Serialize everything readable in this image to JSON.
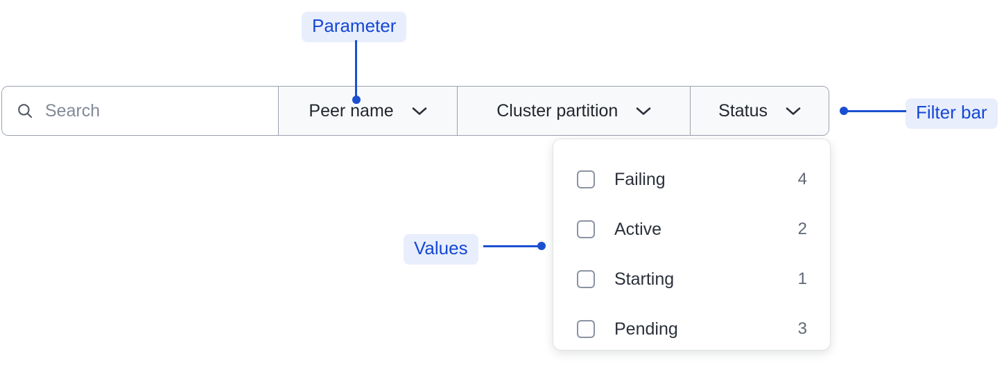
{
  "filter_bar": {
    "search": {
      "icon": "search-icon",
      "placeholder": "Search",
      "value": ""
    },
    "dropdowns": [
      {
        "label": "Peer name",
        "icon": "chevron-down-icon"
      },
      {
        "label": "Cluster partition",
        "icon": "chevron-down-icon"
      },
      {
        "label": "Status",
        "icon": "chevron-down-icon"
      }
    ]
  },
  "status_dropdown": {
    "options": [
      {
        "label": "Failing",
        "count": "4",
        "checked": false
      },
      {
        "label": "Active",
        "count": "2",
        "checked": false
      },
      {
        "label": "Starting",
        "count": "1",
        "checked": false
      },
      {
        "label": "Pending",
        "count": "3",
        "checked": false
      }
    ]
  },
  "annotations": {
    "parameter": "Parameter",
    "filter_bar": "Filter bar",
    "values": "Values"
  },
  "colors": {
    "annotation_text": "#1447d6",
    "annotation_bg": "#e8eefc",
    "connector": "#1a4fd0",
    "bar_border": "#9aa0ae",
    "dropdown_bg": "#f8f9fa",
    "text_primary": "#22262e",
    "text_muted": "#5f6775",
    "placeholder": "#828997"
  }
}
